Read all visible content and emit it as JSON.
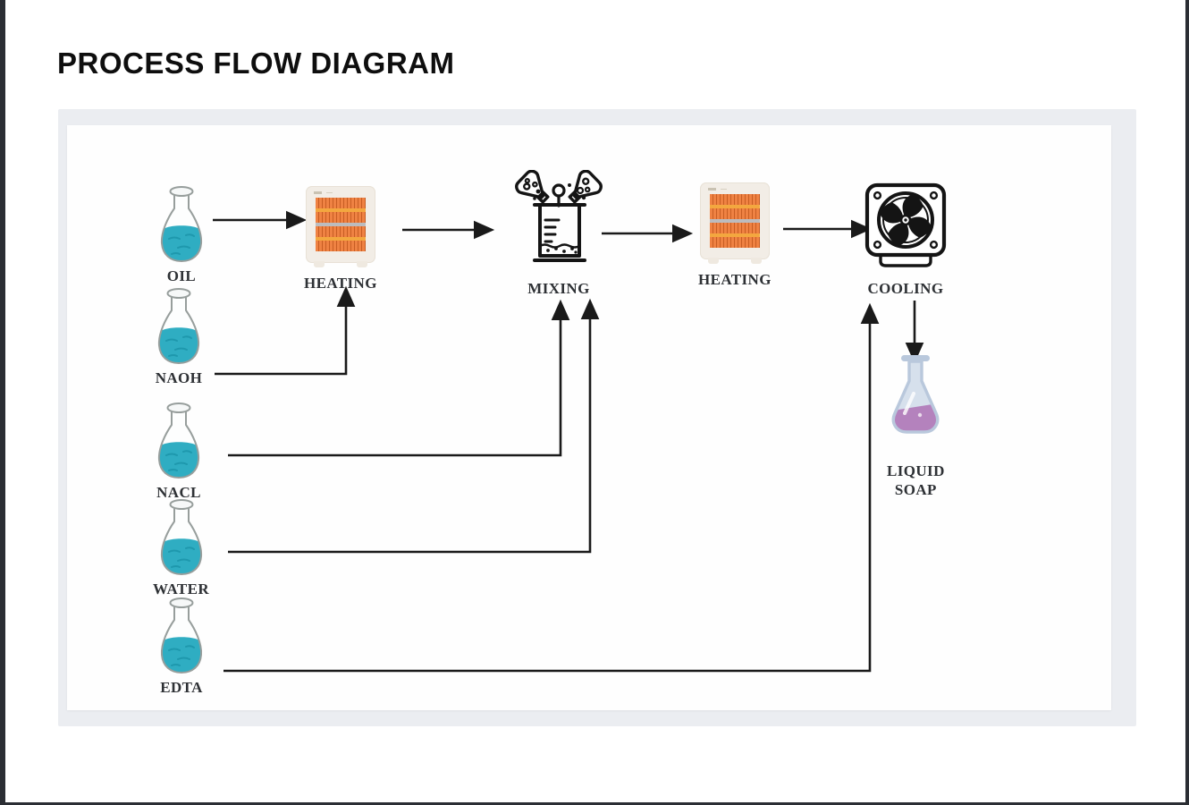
{
  "window": {
    "title": "PROCESS FLOW DIAGRAM"
  },
  "diagram": {
    "inputs": [
      {
        "id": "oil",
        "label": "OIL"
      },
      {
        "id": "naoh",
        "label": "NAOH"
      },
      {
        "id": "nacl",
        "label": "NACL"
      },
      {
        "id": "water",
        "label": "WATER"
      },
      {
        "id": "edta",
        "label": "EDTA"
      }
    ],
    "stages": [
      {
        "id": "heating-1",
        "label": "HEATING",
        "icon": "heater-icon"
      },
      {
        "id": "mixing",
        "label": "MIXING",
        "icon": "mixing-beaker-icon"
      },
      {
        "id": "heating-2",
        "label": "HEATING",
        "icon": "heater-icon"
      },
      {
        "id": "cooling",
        "label": "COOLING",
        "icon": "fan-icon"
      }
    ],
    "output": {
      "id": "liquid-soap",
      "label_line1": "LIQUID",
      "label_line2": "SOAP"
    },
    "edges": [
      {
        "from": "OIL",
        "to": "HEATING (1)"
      },
      {
        "from": "NAOH",
        "to": "HEATING (1)"
      },
      {
        "from": "HEATING (1)",
        "to": "MIXING"
      },
      {
        "from": "NACL",
        "to": "MIXING"
      },
      {
        "from": "WATER",
        "to": "MIXING"
      },
      {
        "from": "MIXING",
        "to": "HEATING (2)"
      },
      {
        "from": "HEATING (2)",
        "to": "COOLING"
      },
      {
        "from": "EDTA",
        "to": "COOLING"
      },
      {
        "from": "COOLING",
        "to": "LIQUID SOAP"
      }
    ],
    "colors": {
      "input_liquid": "#2fadc2",
      "soap_liquid": "#b482bd",
      "heater_stripes": "#ef8243",
      "connector": "#1a1a1a",
      "panel_bg": "#ebedf1"
    }
  }
}
